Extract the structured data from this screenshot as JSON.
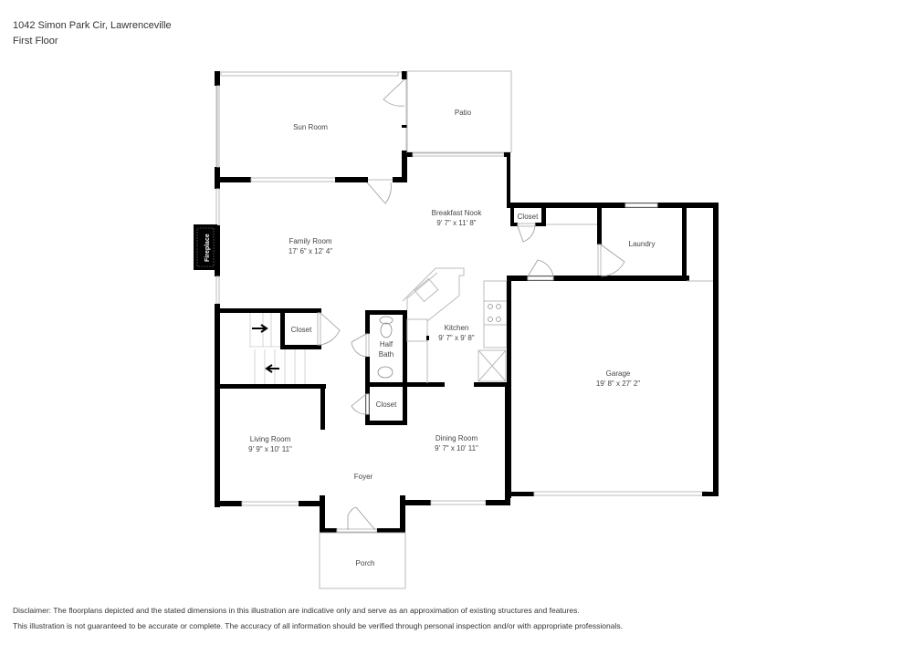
{
  "header": {
    "address": "1042 Simon Park Cir, Lawrenceville",
    "floor": "First Floor"
  },
  "rooms": {
    "sun_room": {
      "name": "Sun Room"
    },
    "patio": {
      "name": "Patio"
    },
    "breakfast_nook": {
      "name": "Breakfast Nook",
      "dims": "9' 7\" x 11' 8\""
    },
    "closet_nook": {
      "name": "Closet"
    },
    "laundry": {
      "name": "Laundry"
    },
    "family_room": {
      "name": "Family Room",
      "dims": "17' 6\" x 12' 4\""
    },
    "fireplace": {
      "name": "Fireplace"
    },
    "closet_stairs": {
      "name": "Closet"
    },
    "half_bath": {
      "name_line1": "Half",
      "name_line2": "Bath"
    },
    "kitchen": {
      "name": "Kitchen",
      "dims": "9' 7\" x 9' 8\""
    },
    "garage": {
      "name": "Garage",
      "dims": "19' 8\" x 27' 2\""
    },
    "closet_foyer": {
      "name": "Closet"
    },
    "living_room": {
      "name": "Living Room",
      "dims": "9' 9\" x 10' 11\""
    },
    "dining_room": {
      "name": "Dining Room",
      "dims": "9' 7\" x 10' 11\""
    },
    "foyer": {
      "name": "Foyer"
    },
    "porch": {
      "name": "Porch"
    }
  },
  "disclaimer": {
    "line1": "Disclaimer: The floorplans depicted and the stated dimensions in this illustration are indicative only and serve as an approximation of existing structures and features.",
    "line2": "This illustration is not guaranteed to be accurate or complete. The accuracy of all information should be verified through personal inspection and/or with appropriate professionals."
  }
}
